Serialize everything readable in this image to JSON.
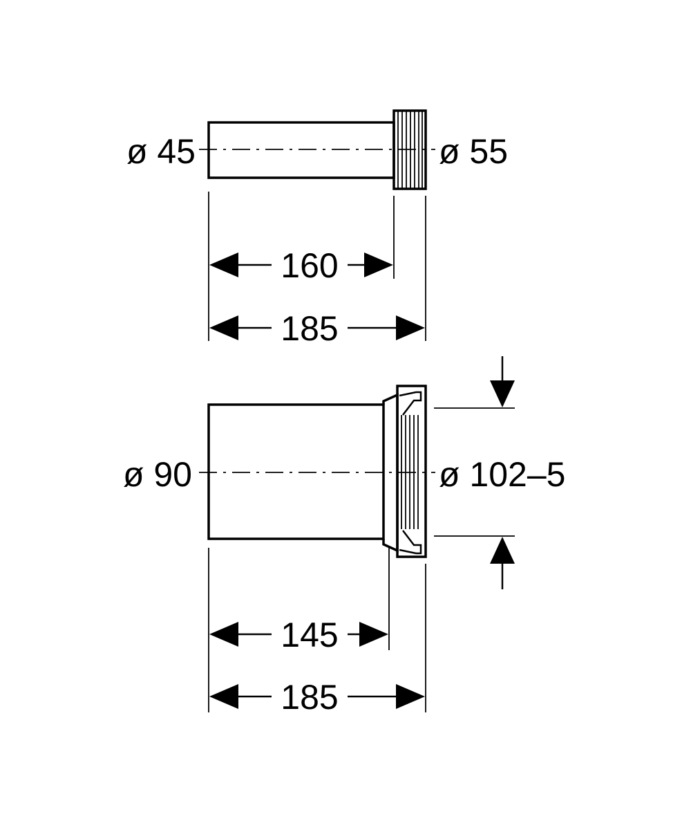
{
  "top_part": {
    "dia_left": "ø 45",
    "dia_right": "ø 55",
    "dim_inner": "160",
    "dim_total": "185"
  },
  "bottom_part": {
    "dia_left": "ø 90",
    "dia_right": "ø 102–5",
    "dim_inner": "145",
    "dim_total": "185"
  }
}
